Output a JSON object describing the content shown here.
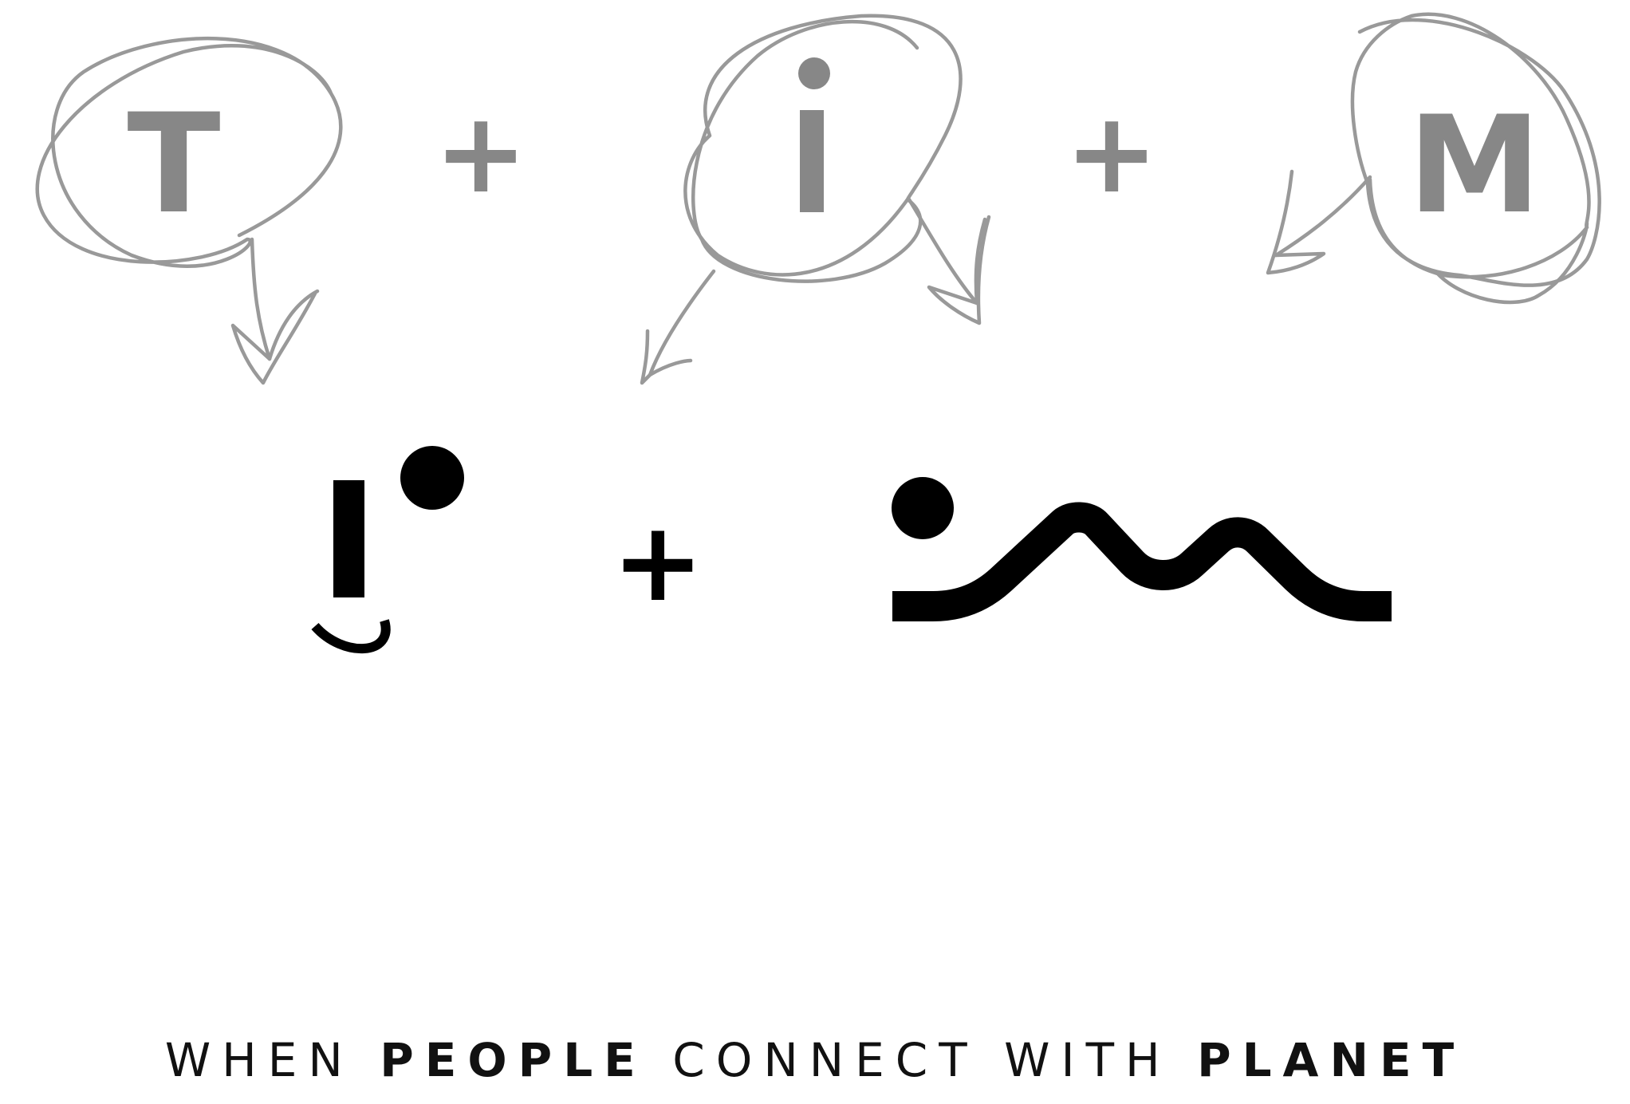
{
  "concept": {
    "letters": [
      "T",
      "i",
      "M"
    ],
    "plus": "+",
    "colors": {
      "sketch_stroke": "#999999",
      "sketch_letter": "#878787",
      "logo": "#000000",
      "background": "#ffffff"
    }
  },
  "logo": {
    "plus": "+"
  },
  "tagline": {
    "part1": "WHEN",
    "part2": "PEOPLE",
    "part3": "CONNECT WITH",
    "part4": "PLANET"
  }
}
